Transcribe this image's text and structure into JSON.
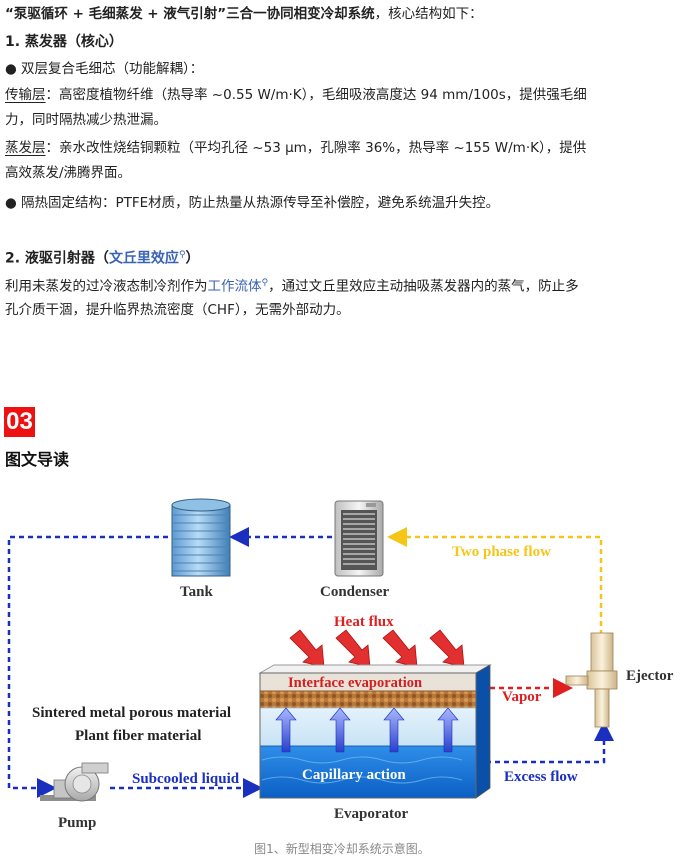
{
  "article": {
    "intro_quote": "“泵驱循环 + 毛细蒸发 + 液气引射”三合一协同相变冷却系统",
    "intro_tail": "，核心结构如下：",
    "h1": "1. 蒸发器（核心）",
    "bullet1": "双层复合毛细芯（功能解耦）：",
    "layer1_label": "传输层",
    "layer1_text_a": "：高密度植物纤维（热导率 ~0.55 W/m·K），毛细吸液高度达 94 mm/100s，提供强毛细",
    "layer1_text_b": "力，同时隔热减少热泄漏。",
    "layer2_label": "蒸发层",
    "layer2_text_a": "：亲水改性烧结铜颗粒（平均孔径 ~53 μm，孔隙率 36%，热导率 ~155 W/m·K），提供",
    "layer2_text_b": "高效蒸发/沸腾界面。",
    "bullet2": "隔热固定结构：PTFE材质，防止热量从热源传导至补偿腔，避免系统温升失控。",
    "h2_prefix": "2. 液驱引射器（",
    "h2_link": "文丘里效应",
    "h2_suffix": "）",
    "p2_a": "利用未蒸发的过冷液态制冷剂作为",
    "p2_link": "工作流体",
    "p2_b": "，通过文丘里效应主动抽吸蒸发器内的蒸气，防止多",
    "p2_c": "孔介质干涸，提升临界热流密度（CHF），无需外部动力。"
  },
  "section": {
    "number": "03",
    "title": "图文导读"
  },
  "figure": {
    "labels": {
      "tank": "Tank",
      "condenser": "Condenser",
      "two_phase_flow": "Two phase flow",
      "heat_flux": "Heat flux",
      "ejector": "Ejector",
      "interface_evaporation": "Interface evaporation",
      "vapor": "Vapor",
      "sintered": "Sintered metal porous material",
      "plant_fiber": "Plant fiber material",
      "subcooled_liquid": "Subcooled liquid",
      "capillary_action": "Capillary action",
      "excess_flow": "Excess flow",
      "pump": "Pump",
      "evaporator": "Evaporator"
    },
    "colors": {
      "liquid_line": "#1a2fbf",
      "two_phase_line": "#f5c518",
      "vapor_line": "#e02020",
      "heat_arrow": "#e23030"
    },
    "caption": "图1、新型相变冷却系统示意图。"
  }
}
